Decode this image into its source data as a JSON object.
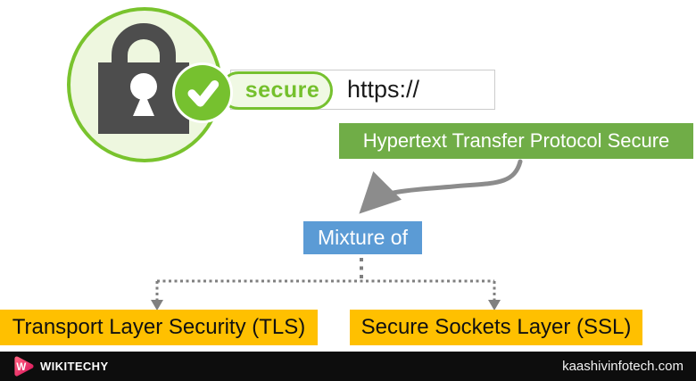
{
  "lock_illustration": {
    "secure_label": "secure",
    "icons": {
      "padlock": "padlock-icon",
      "checkmark": "checkmark-icon"
    }
  },
  "address_bar": {
    "url": "https://"
  },
  "diagram": {
    "https_full": "Hypertext Transfer Protocol Secure",
    "mixture": "Mixture of",
    "tls": "Transport Layer Security (TLS)",
    "ssl": "Secure Sockets Layer (SSL)"
  },
  "footer": {
    "brand": "WIKITECHY",
    "logo_letter": "W",
    "website": "kaashivinfotech.com"
  },
  "colors": {
    "lime_green": "#76c12f",
    "pale_green": "#eef7df",
    "box_green": "#70ad47",
    "box_blue": "#5b9bd5",
    "box_orange": "#ffc000",
    "padlock_gray": "#4d4d4d",
    "arrow_gray": "#8c8c8c",
    "dotted_gray": "#7f7f7f",
    "footer_black": "#0d0d0d",
    "logo_pink": "#e8175d"
  }
}
